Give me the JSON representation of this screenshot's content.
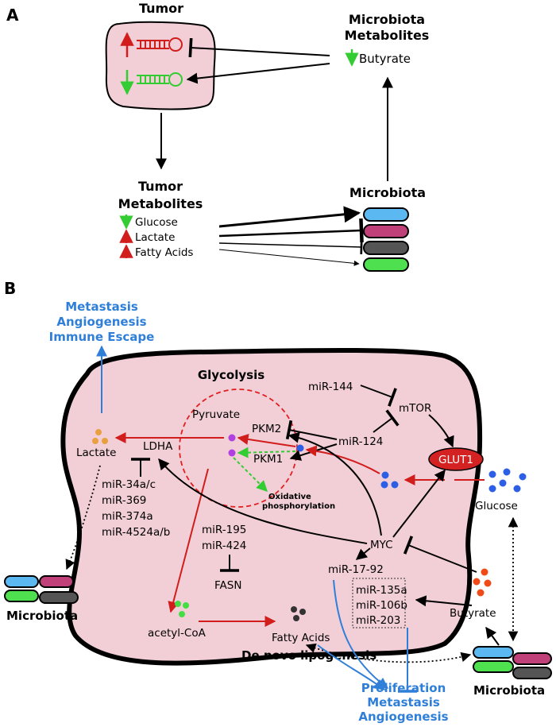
{
  "colors": {
    "cell_fill": "#f2cfd6",
    "red": "#d21d1d",
    "green": "#33cc33",
    "blue": "#2f7fd8",
    "black": "#000000",
    "bact_blue": "#5bb8f0",
    "bact_magenta": "#c0407a",
    "bact_gray": "#555555",
    "bact_green": "#4ee04e",
    "dot_orange": "#e8a040",
    "dot_purple": "#b040e0",
    "dot_blue": "#2d5fe6",
    "dot_green": "#44dd44",
    "dot_dark": "#333333",
    "dot_redorange": "#f04a18",
    "glut1_fill": "#d42222"
  },
  "panel_a": {
    "label": "A",
    "tumor_title": "Tumor",
    "microbiota_metabolites_l1": "Microbiota",
    "microbiota_metabolites_l2": "Metabolites",
    "butyrate": "Butyrate",
    "tumor_metabolites_l1": "Tumor",
    "tumor_metabolites_l2": "Metabolites",
    "microbiota": "Microbiota",
    "metabolites": [
      {
        "name": "Glucose",
        "direction": "down"
      },
      {
        "name": "Lactate",
        "direction": "up"
      },
      {
        "name": "Fatty Acids",
        "direction": "up"
      }
    ]
  },
  "panel_b": {
    "label": "B",
    "outcome_top": [
      "Metastasis",
      "Angiogenesis",
      "Immune Escape"
    ],
    "glycolysis": "Glycolysis",
    "pyruvate": "Pyruvate",
    "pkm2": "PKM2",
    "pkm1": "PKM1",
    "lactate": "Lactate",
    "ldha": "LDHA",
    "mir144": "miR-144",
    "mtor": "mTOR",
    "mir124": "miR-124",
    "glut1": "GLUT1",
    "glucose": "Glucose",
    "oxphos_l1": "Oxidative",
    "oxphos_l2": "phosphorylation",
    "ldha_mirs": [
      "miR-34a/c",
      "miR-369",
      "miR-374a",
      "miR-4524a/b"
    ],
    "fasn_mirs": [
      "miR-195",
      "miR-424"
    ],
    "fasn": "FASN",
    "myc": "MYC",
    "mir1792": "miR-17-92",
    "boxed_mirs": [
      "miR-135a",
      "miR-106b",
      "miR-203"
    ],
    "butyrate": "Butyrate",
    "acetyl_coa": "acetyl-CoA",
    "fatty_acids": "Fatty Acids",
    "lipogenesis": "De novo lipogenesis",
    "microbiota_left": "Microbiota",
    "microbiota_right": "Microbiota",
    "outcome_bottom": [
      "Proliferation",
      "Metastasis",
      "Angiogenesis"
    ]
  }
}
